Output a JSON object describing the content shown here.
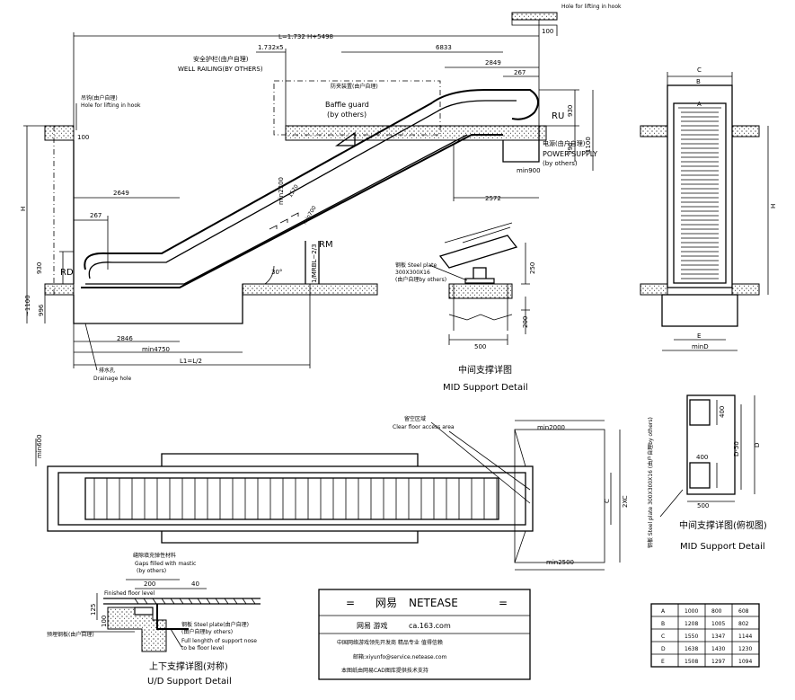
{
  "main_view": {
    "dim_top_total": "L=1.732 H+5498",
    "dim_1732x5": "1.732x5",
    "dim_6833": "6833",
    "dim_2849": "2849",
    "dim_267_top": "267",
    "dim_930_right": "930",
    "dim_996_right": "996",
    "dim_1100_right": "1100",
    "dim_min900": "min900",
    "dim_2572": "2572",
    "dim_2649": "2649",
    "dim_267_left": "267",
    "dim_930_left": "930",
    "dim_996_left": "996",
    "dim_1100_left": "~1100",
    "dim_2846": "2846",
    "dim_min4750": "min4750",
    "dim_L1": "L1=L/2",
    "dim_H": "H",
    "dim_min2300": "min2300",
    "dim_min700": "min700",
    "dim_1570": "1570",
    "dim_mbh": "1/MRBL~2/3",
    "dim_100_topleft": "100",
    "dim_100_topright": "100",
    "angle_30": "30°",
    "label_RD": "RD",
    "label_RU": "RU",
    "label_RM": "RM",
    "well_railing_cn": "安全护栏(由户自理)",
    "well_railing_en": "WELL RAILING(BY OTHERS)",
    "baffle_cn": "防夹装置(由户自理)",
    "baffle_en_1": "Baffle guard",
    "baffle_en_2": "(by others)",
    "hole_left_cn": "吊钩(由户自理)",
    "hole_left_en": "Hole for lifting in hook",
    "hole_top_en": "Hole for lifting in hook",
    "power_cn": "电源(由户自理)",
    "power_en_1": "POWER SUPPLY",
    "power_en_2": "(by others)",
    "drain_cn": "排水孔",
    "drain_en": "Drainage hole"
  },
  "mid_support_top": {
    "steel_plate_cn": "钢板 Steel plate",
    "steel_plate_dim": "300X300X16",
    "steel_plate_note": "(由户自理by others)",
    "dim_250": "250",
    "dim_200": "200",
    "dim_500": "500",
    "caption_cn": "中间支撑详图",
    "caption_en": "MID Support Detail"
  },
  "side_view": {
    "dim_A": "A",
    "dim_B": "B",
    "dim_C": "C",
    "dim_E": "E",
    "dim_minD": "minD",
    "dim_H": "H"
  },
  "plan_view": {
    "dim_min600": "min600",
    "dim_min2000": "min2000",
    "dim_min2500": "min2500",
    "dim_C": "C",
    "dim_2XC": "2XC",
    "clear_floor_cn": "留空区域",
    "clear_floor_en": "Clear floor access area"
  },
  "mid_support_right": {
    "dim_400_a": "400",
    "dim_400_b": "400",
    "dim_500": "500",
    "dim_D50": "D-50",
    "dim_D": "D",
    "steel_plate_note": "钢板 Steel plate 300X300X16 (由户自理by others)",
    "caption_cn": "中间支撑详图(俯视图)",
    "caption_en": "MID Support Detail"
  },
  "ud_support": {
    "gap_cn": "缝隙填充弹性材料",
    "gap_en_1": "Gaps filled with mastic",
    "gap_en_2": "(by others)",
    "finished_floor": "Finished floor level",
    "steel_plate": "钢板 Steel plate(由户自理)",
    "steel_plate_by": "(由户自理by others)",
    "bolt_note_1": "Full lenghth of support nose",
    "bolt_note_2": "to be floor level",
    "anchor_cn": "预埋钢板(由户自理)",
    "dim_200": "200",
    "dim_40": "40",
    "dim_125": "125",
    "dim_100": "100",
    "caption_cn": "上下支撑详图(对称)",
    "caption_en": "U/D Support Detail"
  },
  "title_block": {
    "company_cn": "网易",
    "company_en": "NETEASE",
    "site_label": "网易  游戏",
    "site_url": "ca.163.com",
    "line1": "中国网络游戏领先开发商 精品专业 值得信赖",
    "line2": "邮箱:xiyunfo@service.netease.com",
    "line3": "本图纸由网易CAD图库提供技术支持"
  },
  "dim_table": {
    "rows": [
      [
        "A",
        "1000",
        "800",
        "608"
      ],
      [
        "B",
        "1208",
        "1005",
        "802"
      ],
      [
        "C",
        "1550",
        "1347",
        "1144"
      ],
      [
        "D",
        "1638",
        "1430",
        "1230"
      ],
      [
        "E",
        "1508",
        "1297",
        "1094"
      ]
    ]
  }
}
